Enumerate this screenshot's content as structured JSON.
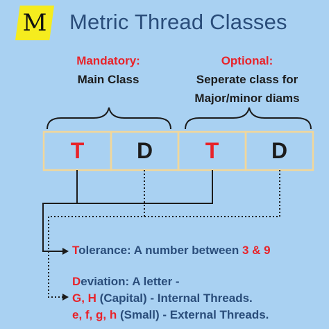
{
  "logo": {
    "letter": "M"
  },
  "title": "Metric Thread Classes",
  "left_header": {
    "label": "Mandatory:",
    "text": "Main Class"
  },
  "right_header": {
    "label": "Optional:",
    "line1": "Seperate class for",
    "line2": "Major/minor diams"
  },
  "cells": [
    "T",
    "D",
    "T",
    "D"
  ],
  "tolerance": {
    "first_letter": "T",
    "text": "olerance: A number between ",
    "range": "3 & 9"
  },
  "deviation": {
    "first_letter": "D",
    "text": "eviation: A letter -",
    "internal_letters": "G, H",
    "internal_text": " (Capital) - Internal Threads.",
    "external_letters": "e, f, g, h",
    "external_text": " (Small) - External Threads."
  },
  "colors": {
    "background": "#a9d1f2",
    "accent": "#e8232a",
    "title": "#2a4d7a",
    "box_border": "#f2d79a",
    "logo": "#f5ec1e"
  }
}
